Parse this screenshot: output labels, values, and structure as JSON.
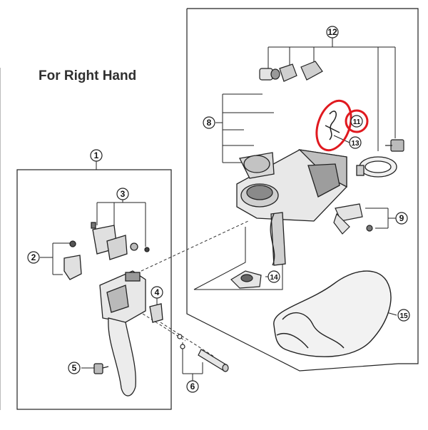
{
  "title": "For Right Hand",
  "callouts": [
    {
      "id": "c1",
      "label": "1"
    },
    {
      "id": "c2",
      "label": "2"
    },
    {
      "id": "c3",
      "label": "3"
    },
    {
      "id": "c4",
      "label": "4"
    },
    {
      "id": "c5",
      "label": "5"
    },
    {
      "id": "c6",
      "label": "6"
    },
    {
      "id": "c8",
      "label": "8"
    },
    {
      "id": "c9",
      "label": "9"
    },
    {
      "id": "c11",
      "label": "11"
    },
    {
      "id": "c12",
      "label": "12"
    },
    {
      "id": "c13",
      "label": "13"
    },
    {
      "id": "c14",
      "label": "14"
    },
    {
      "id": "c15",
      "label": "15"
    }
  ],
  "colors": {
    "line": "#222222",
    "highlight": "#e0191f",
    "part_fill": "#d9d9d9",
    "part_dark": "#555555"
  }
}
